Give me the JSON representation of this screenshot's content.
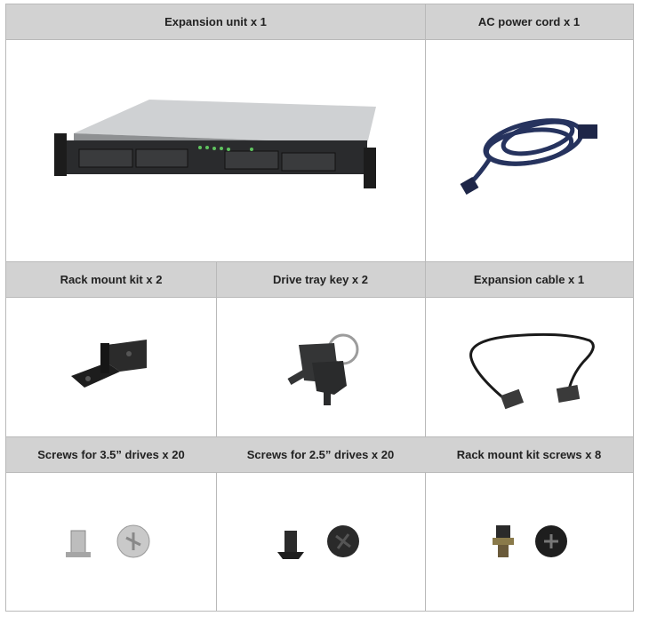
{
  "items": [
    {
      "label": "Expansion unit x 1",
      "icon": "expansion-unit-icon"
    },
    {
      "label": "AC power cord x 1",
      "icon": "power-cord-icon"
    },
    {
      "label": "Rack mount kit x 2",
      "icon": "rack-mount-bracket-icon"
    },
    {
      "label": "Drive tray key x 2",
      "icon": "drive-tray-key-icon"
    },
    {
      "label": "Expansion cable x 1",
      "icon": "expansion-cable-icon"
    },
    {
      "label": "Screws for 3.5” drives x 20",
      "icon": "screw-3-5-icon"
    },
    {
      "label": "Screws for 2.5” drives x 20",
      "icon": "screw-2-5-icon"
    },
    {
      "label": "Rack mount kit screws x 8",
      "icon": "rack-screw-icon"
    }
  ],
  "colors": {
    "header_bg": "#d2d2d2",
    "border": "#b9b9b9"
  }
}
